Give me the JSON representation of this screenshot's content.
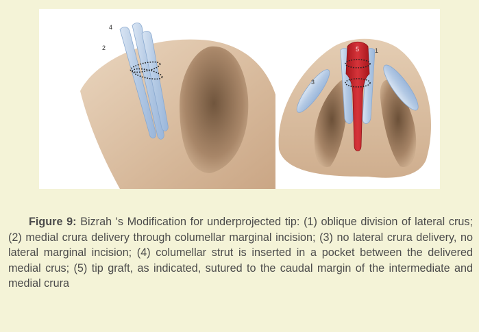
{
  "figure": {
    "left_panel": {
      "labels": [
        "4",
        "2"
      ]
    },
    "right_panel": {
      "labels": [
        "5",
        "1",
        "3"
      ]
    }
  },
  "caption": {
    "lead": "Figure 9:",
    "text": " Bizrah 's Modification for underprojected tip: (1) oblique division of lateral crus; (2) medial crura delivery through columellar marginal incision; (3) no lateral crura delivery, no lateral marginal incision; (4) columellar strut is inserted in a pocket between the delivered medial crus; (5) tip graft, as indicated, sutured to the caudal margin of the intermediate and medial crura"
  },
  "colors": {
    "page_background": "#f4f3d7",
    "figure_background": "#ffffff",
    "skin_tone": "#dcc3a9",
    "cartilage": "#b9cde6",
    "graft": "#c2272d",
    "caption_text": "#4b4b4b"
  }
}
